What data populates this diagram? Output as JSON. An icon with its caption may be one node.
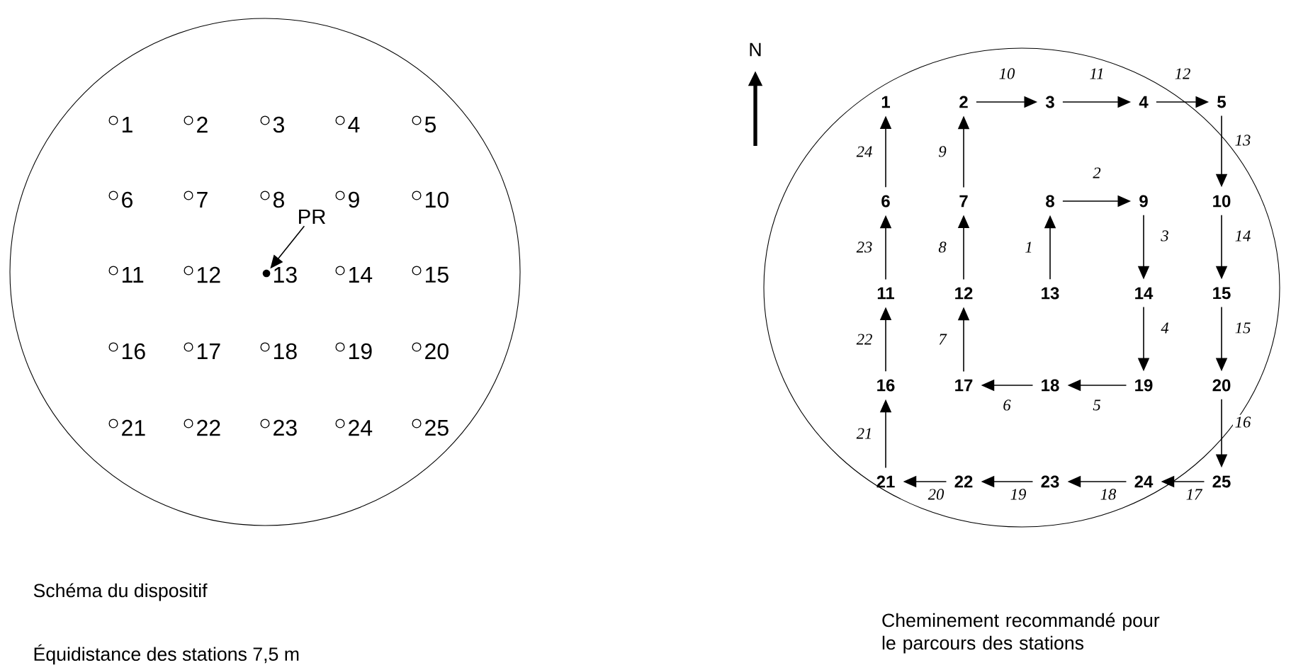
{
  "diagram": {
    "nodes": [
      {
        "text": [],
        "shape": "circle"
      },
      {
        "text": [],
        "shape": "circle"
      },
      {
        "text": [
          "1"
        ],
        "in": 1
      },
      {
        "text": [
          "2"
        ],
        "in": 1
      },
      {
        "text": [
          "3"
        ],
        "in": 1
      },
      {
        "text": [
          "4"
        ],
        "in": 1
      },
      {
        "text": [
          "5"
        ],
        "in": 1
      },
      {
        "text": [
          "6"
        ],
        "in": 1
      },
      {
        "text": [
          "7"
        ],
        "in": 1
      },
      {
        "text": [
          "8"
        ],
        "in": 1
      },
      {
        "text": [
          "9"
        ],
        "in": 1
      },
      {
        "text": [
          "10"
        ],
        "in": 1
      },
      {
        "text": [
          "11"
        ],
        "in": 1
      },
      {
        "text": [
          "12"
        ],
        "in": 1
      },
      {
        "text": [
          "13"
        ],
        "in": 1
      },
      {
        "text": [
          "14"
        ],
        "in": 1
      },
      {
        "text": [
          "15"
        ],
        "in": 1
      },
      {
        "text": [
          "16"
        ],
        "in": 1
      },
      {
        "text": [
          "17"
        ],
        "in": 1
      },
      {
        "text": [
          "18"
        ],
        "in": 1
      },
      {
        "text": [
          "19"
        ],
        "in": 1
      },
      {
        "text": [
          "20"
        ],
        "in": 1
      },
      {
        "text": [
          "21"
        ],
        "in": 1
      },
      {
        "text": [
          "22"
        ],
        "in": 1
      },
      {
        "text": [
          "23"
        ],
        "in": 1
      },
      {
        "text": [
          "24"
        ],
        "in": 1
      },
      {
        "text": [
          "25"
        ],
        "in": 1
      },
      {
        "text": [
          "PR"
        ],
        "in": 0
      },
      {
        "text": [],
        "shape": "circle",
        "in": 0
      }
    ],
    "edges": [
      {
        "from": 27,
        "to": 28,
        "arrow": "to"
      },
      {
        "from": 14,
        "to": 9,
        "arrow": "to",
        "label": "1"
      },
      {
        "from": 9,
        "to": 10,
        "arrow": "to",
        "label": "2"
      },
      {
        "from": 10,
        "to": 15,
        "arrow": "to",
        "label": "3"
      },
      {
        "from": 15,
        "to": 20,
        "arrow": "to",
        "label": "4"
      },
      {
        "from": 20,
        "to": 19,
        "arrow": "to",
        "label": "5"
      },
      {
        "from": 19,
        "to": 18,
        "arrow": "to",
        "label": "6"
      },
      {
        "from": 18,
        "to": 13,
        "arrow": "to",
        "label": "7"
      },
      {
        "from": 13,
        "to": 8,
        "arrow": "to",
        "label": "8"
      },
      {
        "from": 8,
        "to": 3,
        "arrow": "to",
        "label": "9"
      },
      {
        "from": 3,
        "to": 4,
        "arrow": "to",
        "label": "10"
      },
      {
        "from": 4,
        "to": 5,
        "arrow": "to",
        "label": "11"
      },
      {
        "from": 5,
        "to": 6,
        "arrow": "to",
        "label": "12"
      },
      {
        "from": 6,
        "to": 11,
        "arrow": "to",
        "label": "13"
      },
      {
        "from": 11,
        "to": 16,
        "arrow": "to",
        "label": "14"
      },
      {
        "from": 16,
        "to": 21,
        "arrow": "to",
        "label": "15"
      },
      {
        "from": 21,
        "to": 26,
        "arrow": "to",
        "label": "16"
      },
      {
        "from": 26,
        "to": 25,
        "arrow": "to",
        "label": "17"
      },
      {
        "from": 25,
        "to": 24,
        "arrow": "to",
        "label": "18"
      },
      {
        "from": 24,
        "to": 23,
        "arrow": "to",
        "label": "19"
      },
      {
        "from": 23,
        "to": 22,
        "arrow": "to",
        "label": "20"
      },
      {
        "from": 22,
        "to": 17,
        "arrow": "to",
        "label": "21"
      },
      {
        "from": 17,
        "to": 12,
        "arrow": "to",
        "label": "22"
      },
      {
        "from": 12,
        "to": 7,
        "arrow": "to",
        "label": "23"
      },
      {
        "from": 7,
        "to": 2,
        "arrow": "to",
        "label": "24"
      }
    ],
    "labels": [
      "1",
      "2",
      "3",
      "4",
      "5",
      "6",
      "7",
      "8",
      "9",
      "10",
      "11",
      "12",
      "13",
      "14",
      "15",
      "16",
      "17",
      "18",
      "19",
      "20",
      "21",
      "22",
      "23",
      "24",
      "25",
      "Schéma du dispositif",
      "Équidistance des stations 7,5 m",
      "N",
      "Cheminement recommandé pour le parcours des stations"
    ]
  }
}
